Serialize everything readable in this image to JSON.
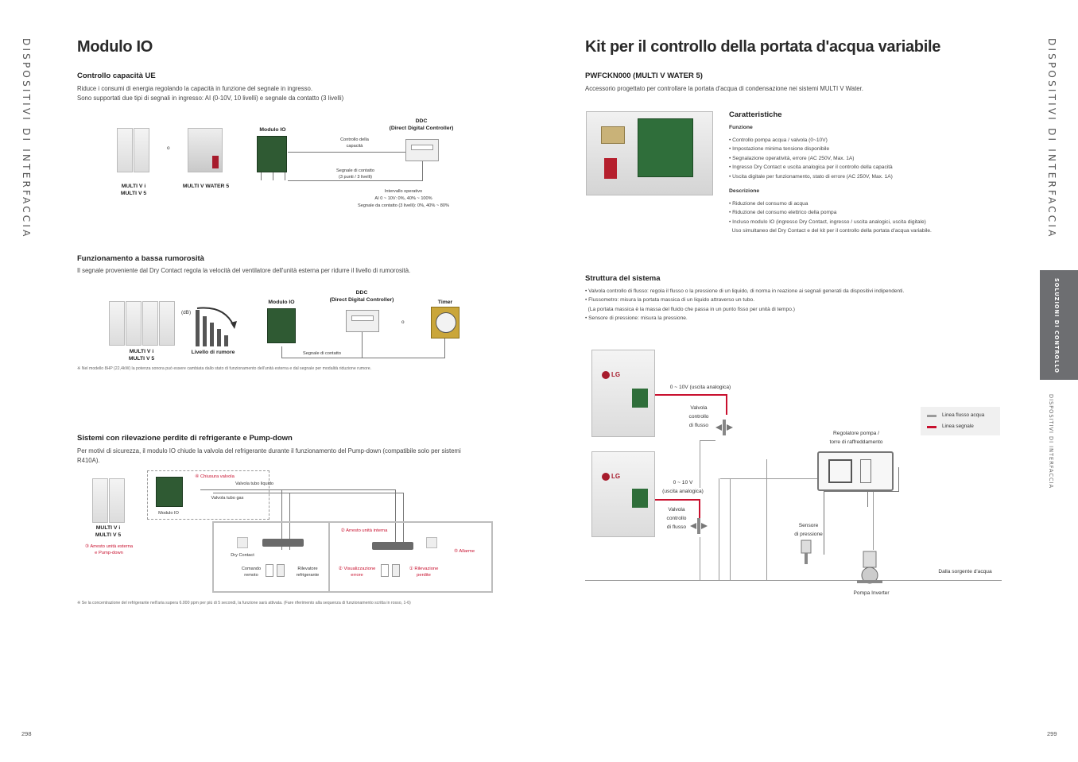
{
  "left_page": {
    "side_title": "DISPOSITIVI DI INTERFACCIA",
    "title": "Modulo IO",
    "page_number": "298",
    "capacity": {
      "heading": "Controllo capacità UE",
      "line1": "Riduce i consumi di energia regolando la capacità in funzione del segnale in ingresso.",
      "line2": "Sono supportati due tipi di segnali in ingresso: AI (0-10V, 10 livelli) e segnale da contatto (3 livelli)",
      "unit1_label": "MULTI V i\nMULTI V 5",
      "or": "o",
      "unit2_label": "MULTI V WATER 5",
      "module_label": "Modulo IO",
      "ddc_label": "DDC\n(Direct Digital Controller)",
      "control_label": "Controllo della\ncapacità",
      "contact_label": "Segnale di contatto\n(3 punti / 3 livelli)",
      "range_line1": "Intervallo operativo",
      "range_line2": "AI 0 ~ 10V: 0%, 40% ~ 100%",
      "range_line3": "Segnale da contatto (3 livelli): 0%, 40% ~ 80%"
    },
    "noise": {
      "heading": "Funzionamento a bassa rumorosità",
      "text": "Il segnale proveniente dal Dry Contact regola la velocità del ventilatore dell'unità esterna per ridurre il livello di rumorosità.",
      "db": "(dB)",
      "noise_level": "Livello di rumore",
      "unit_label": "MULTI V i\nMULTI V 5",
      "module_label": "Modulo IO",
      "ddc_label": "DDC\n(Direct Digital Controller)",
      "or": "o",
      "timer_label": "Timer",
      "contact_label": "Segnale di contatto",
      "note": "※ Nel modello 8HP (22,4kW) la potenza sonora può essere cambiata dallo stato di funzionamento dell'unità esterna e dal segnale per modalità riduzione rumore."
    },
    "leak": {
      "heading": "Sistemi con rilevazione perdite di refrigerante e Pump-down",
      "text": "Per motivi di sicurezza, il modulo IO chiude la valvola del refrigerante durante il funzionamento del Pump-down (compatibile solo per sistemi R410A).",
      "unit_label": "MULTI V i\nMULTI V 5",
      "stop_outdoor": "③ Arresto unità esterna\ne Pump-down",
      "valve_close": "④ Chiusura valvola",
      "liquid_valve": "Valvola tubo liquido",
      "gas_valve": "Valvola tubo gas",
      "module_label": "Modulo IO",
      "dry_contact": "Dry Contact",
      "remote": "Comando\nremoto",
      "detector": "Rilevatore\nrefrigerante",
      "stop_indoor": "② Arresto unità interna",
      "alarm": "⑤ Allarme",
      "display_error": "② Visualizzazione\nerrore",
      "leak_detect": "① Rilevazione\nperdite",
      "note": "※ Se la concentrazione del refrigerante nell'aria supera 6.000 ppm per più di 5 secondi, la funzione sarà attivata. (Fare riferimento alla sequenza di funzionamento scritta in rosso, 1-6)"
    }
  },
  "right_page": {
    "side_title": "DISPOSITIVI DI INTERFACCIA",
    "tab_active": "SOLUZIONI DI CONTROLLO",
    "tab_inactive": "DISPOSITIVI DI INTERFACCIA",
    "title": "Kit per il controllo della portata d'acqua variabile",
    "page_number": "299",
    "model": "PWFCKN000 (MULTI V WATER 5)",
    "intro": "Accessorio progettato per controllare la portata d'acqua di condensazione nei sistemi MULTI V Water.",
    "features": {
      "heading": "Caratteristiche",
      "function_heading": "Funzione",
      "function_items": [
        "• Controllo pompa acqua / valvola (0~10V)",
        "• Impostazione minima tensione disponibile",
        "• Segnalazione operatività, errore (AC 250V, Max. 1A)",
        "• Ingresso Dry Contact e uscita analogica per il controllo della capacità",
        "• Uscita digitale per funzionamento, stato di errore (AC 250V, Max. 1A)"
      ],
      "desc_heading": "Descrizione",
      "desc_items": [
        "• Riduzione del consumo di acqua",
        "• Riduzione del consumo elettrico della pompa",
        "• Incluso modulo IO (ingresso Dry Contact, ingresso / uscita analogici, uscita digitale)",
        "  Uso simultaneo del Dry Contact e del kit per il controllo della portata d'acqua variabile."
      ]
    },
    "structure": {
      "heading": "Struttura del sistema",
      "items": [
        "• Valvola controllo di flusso: regola il flusso o la pressione di un liquido, di norma in reazione ai segnali generati da dispositivi indipendenti.",
        "• Flussometro: misura la portata massica di un liquido attraverso un tubo.",
        "  (La portata massica è la massa del fluido che passa in un punto fisso per unità di tempo.)",
        "• Sensore di pressione: misura la pressione."
      ],
      "analog1": "0 ~ 10V (uscita analogica)",
      "valve1": "Valvola\ncontrollo\ndi flusso",
      "analog2": "0 ~ 10 V\n(uscita analogica)",
      "valve2": "Valvola\ncontrollo\ndi flusso",
      "legend_water": "Linea flusso acqua",
      "legend_signal": "Linea segnale",
      "pump_regulator": "Regolatore pompa /\ntorre di raffreddamento",
      "pressure_sensor": "Sensore\ndi pressione",
      "inverter_pump": "Pompa Inverter",
      "water_source": "Dalla sorgente d'acqua",
      "brand": "LG"
    },
    "colors": {
      "signal": "#c8102e",
      "water": "#9a9a9a",
      "tab_bg": "#6d6e71"
    }
  }
}
